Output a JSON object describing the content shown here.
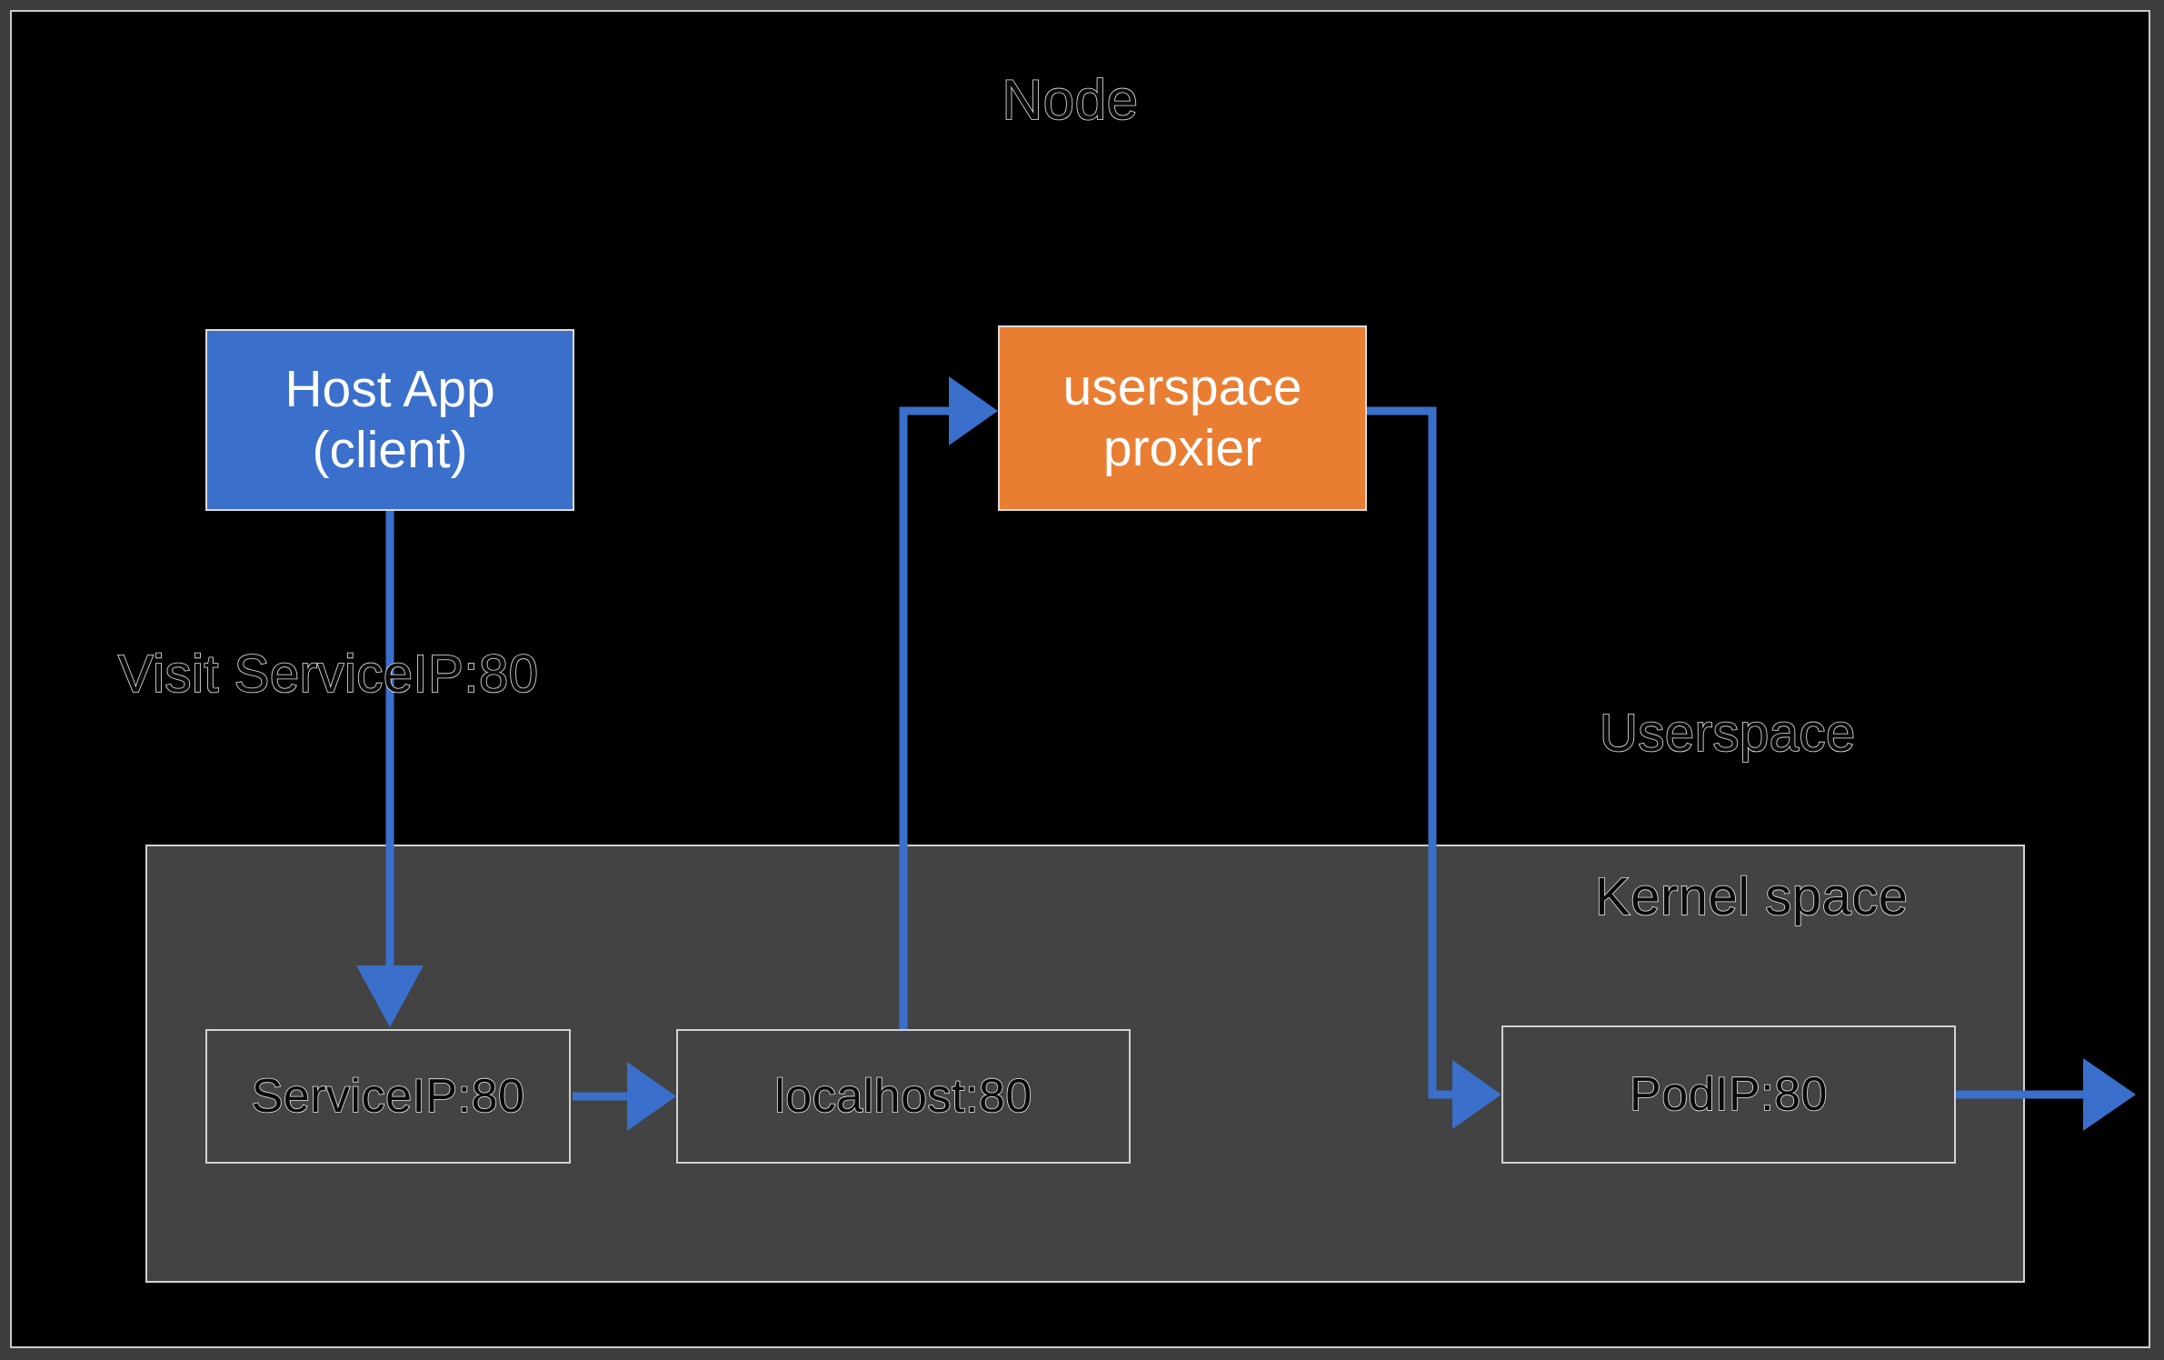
{
  "diagram": {
    "title": "Node",
    "colors": {
      "client_box": "#3a6fcb",
      "proxy_box": "#e97e33",
      "kernel_panel": "#434343",
      "arrow": "#3a6fcb",
      "canvas": "#000000",
      "frame": "#3d3d3d",
      "outline_stroke": "#e6e6e6"
    },
    "labels": {
      "userspace": "Userspace",
      "kernel_space": "Kernel space",
      "visit": "Visit ServiceIP:80"
    },
    "boxes": {
      "host_app": {
        "line1": "Host App",
        "line2": "(client)"
      },
      "userspace_proxier": {
        "line1": "userspace",
        "line2": "proxier"
      },
      "service_ip": "ServiceIP:80",
      "localhost": "localhost:80",
      "pod_ip": "PodIP:80"
    },
    "connectors": [
      {
        "name": "host-app-to-serviceip",
        "from": "Host App (client)",
        "to": "ServiceIP:80",
        "label": "Visit ServiceIP:80"
      },
      {
        "name": "serviceip-to-localhost",
        "from": "ServiceIP:80",
        "to": "localhost:80",
        "label": ""
      },
      {
        "name": "localhost-to-proxier",
        "from": "localhost:80",
        "to": "userspace proxier",
        "label": ""
      },
      {
        "name": "proxier-to-podip",
        "from": "userspace proxier",
        "to": "PodIP:80",
        "label": ""
      },
      {
        "name": "podip-egress",
        "from": "PodIP:80",
        "to": "",
        "label": ""
      }
    ]
  }
}
